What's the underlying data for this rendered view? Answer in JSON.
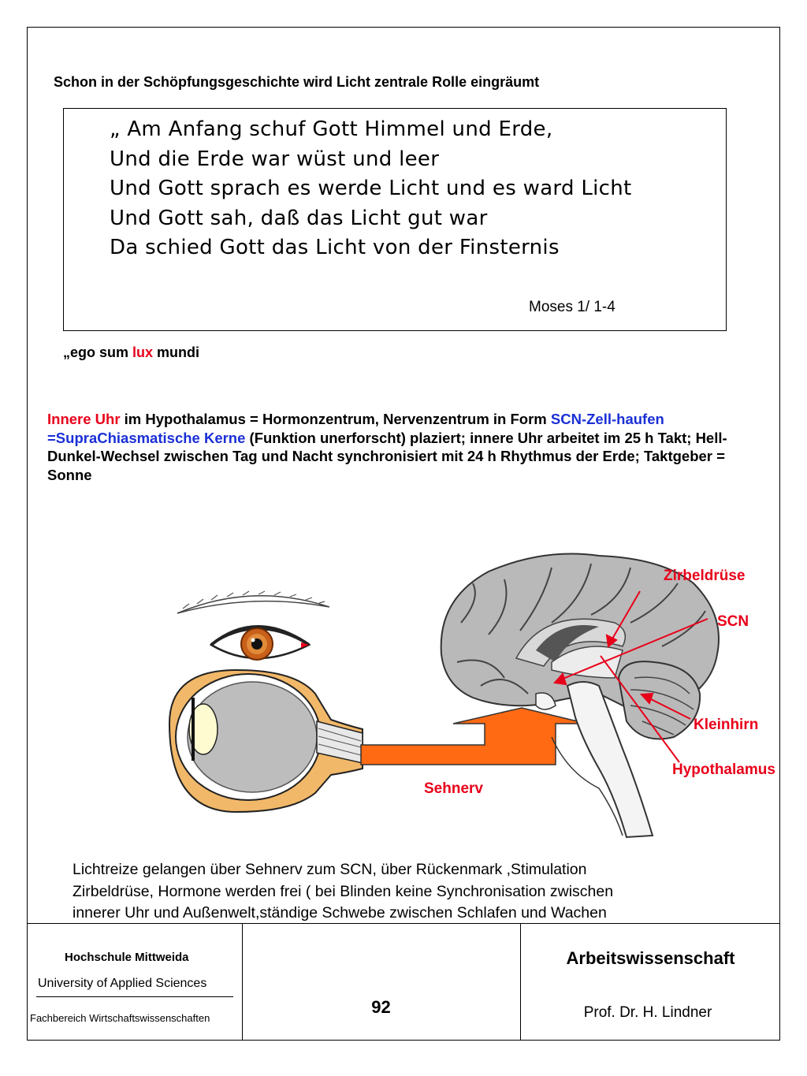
{
  "heading": "Schon in der Schöpfungsgeschichte wird Licht zentrale Rolle eingräumt",
  "quote": {
    "lines": [
      "„ Am Anfang schuf Gott Himmel und Erde,",
      "Und die Erde war wüst und leer",
      "Und Gott sprach es werde Licht und es ward Licht",
      "Und Gott sah, daß das Licht gut war",
      "Da schied Gott das Licht von  der Finsternis"
    ],
    "source": "Moses 1/ 1-4"
  },
  "latin": {
    "before": "„ego sum ",
    "highlight": "lux",
    "after": " mundi"
  },
  "paragraph": {
    "part1": "Innere Uhr",
    "part2": " im Hypothalamus = Hormonzentrum, Nervenzentrum in Form ",
    "part3": "SCN-Zell-haufen =SupraChiasmatische Kerne",
    "part4": " (Funktion unerforscht) plaziert; innere Uhr arbeitet im 25 h Takt; Hell-Dunkel-Wechsel zwischen Tag und Nacht synchronisiert mit 24 h Rhythmus der Erde; Taktgeber = Sonne"
  },
  "diagram": {
    "labels": {
      "zirbeldruese": "Zirbeldrüse",
      "scn": "SCN",
      "kleinhirn": "Kleinhirn",
      "hypothalamus": "Hypothalamus",
      "sehnerv": "Sehnerv"
    },
    "colors": {
      "label": "#e8001a",
      "arrow": "#ff6a13",
      "iris": "#c8601a",
      "eye_outer": "#f2b869",
      "brain": "#b9b9b9"
    }
  },
  "caption": [
    "Lichtreize gelangen über Sehnerv zum SCN, über Rückenmark ,Stimulation",
    "Zirbeldrüse, Hormone werden frei ( bei Blinden keine Synchronisation zwischen",
    " innerer Uhr und Außenwelt,ständige Schwebe zwischen Schlafen und Wachen"
  ],
  "footer": {
    "institution": "Hochschule Mittweida",
    "university": "University of Applied Sciences",
    "department": "Fachbereich Wirtschaftswissenschaften",
    "page_number": "92",
    "subject": "Arbeitswissenschaft",
    "author": "Prof. Dr. H. Lindner"
  }
}
